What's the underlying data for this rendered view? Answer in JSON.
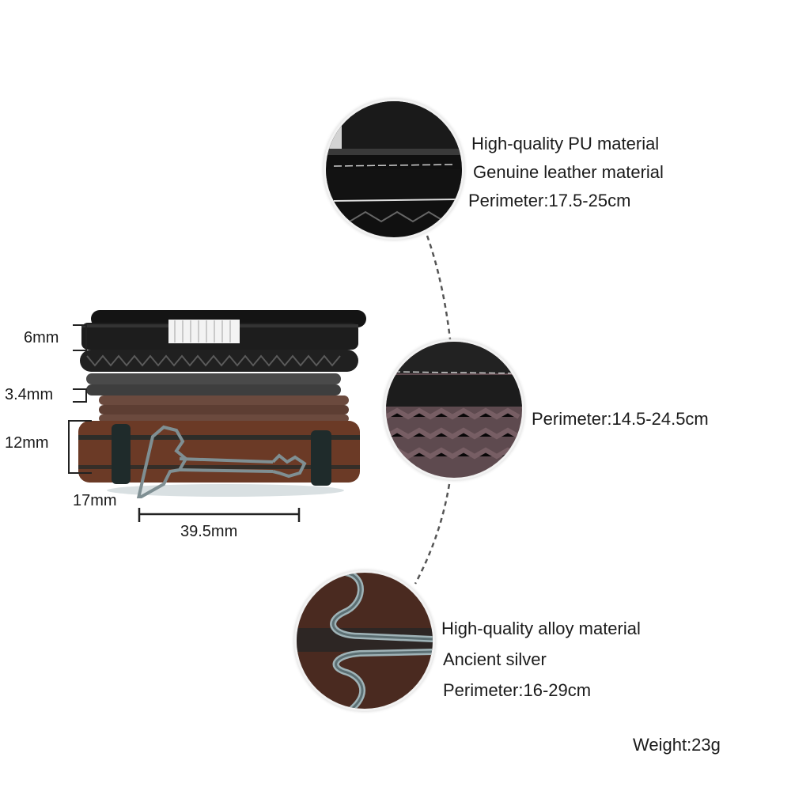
{
  "product": {
    "weight": "Weight:23g",
    "colors": {
      "background": "#ffffff",
      "text": "#1b1b1b",
      "leather_black": "#151515",
      "leather_brown": "#6b3a26",
      "rope_brown": "#6a4a3c",
      "alloy_silver": "#8fa3a8",
      "connector": "#555555"
    }
  },
  "dimensions": {
    "band_width_1": "6mm",
    "band_width_2": "3.4mm",
    "band_width_3": "12mm",
    "charm_height": "17mm",
    "charm_length": "39.5mm"
  },
  "callouts": [
    {
      "name": "leather-detail",
      "lines": [
        "High-quality PU material",
        "Genuine leather material",
        "Perimeter:17.5-25cm"
      ]
    },
    {
      "name": "rope-detail",
      "lines": [
        "Perimeter:14.5-24.5cm"
      ]
    },
    {
      "name": "alloy-detail",
      "lines": [
        "High-quality alloy material",
        "Ancient silver",
        "Perimeter:16-29cm"
      ]
    }
  ]
}
